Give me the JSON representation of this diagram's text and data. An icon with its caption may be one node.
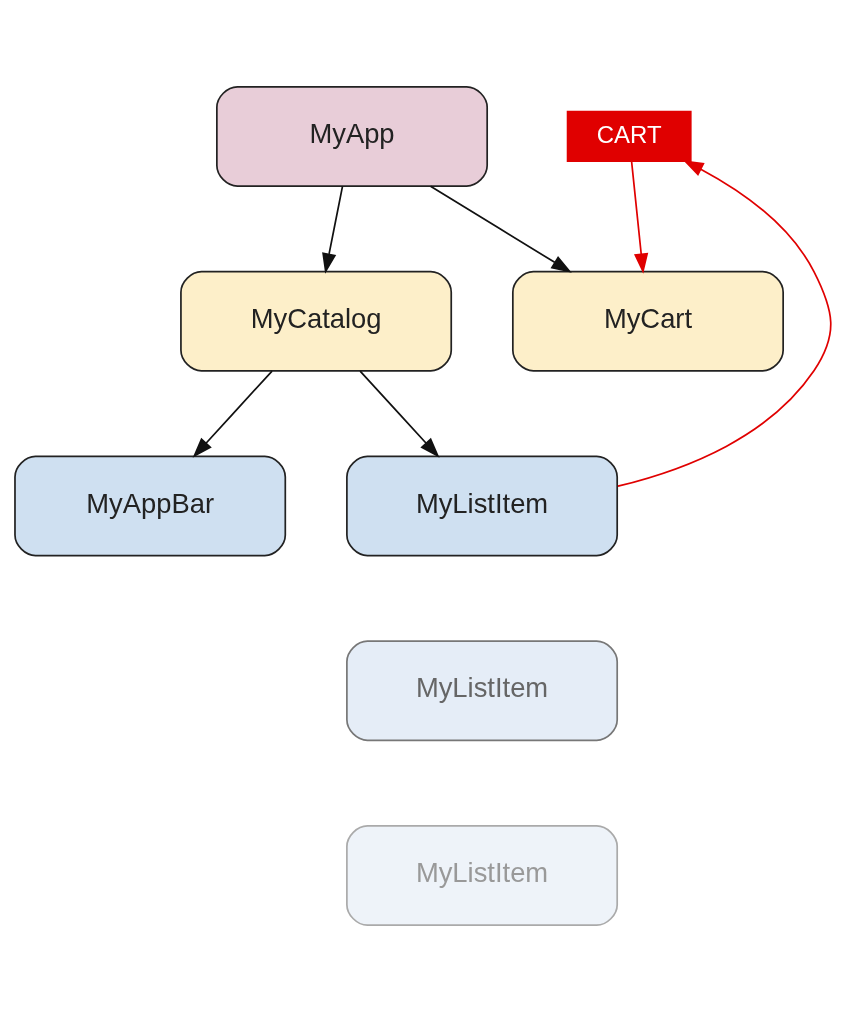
{
  "diagram": {
    "nodes": [
      {
        "text": [
          "MyApp"
        ]
      },
      {
        "text": [
          "CART"
        ]
      },
      {
        "text": [
          "MyCatalog"
        ]
      },
      {
        "text": [
          "MyCart"
        ]
      },
      {
        "text": [
          "MyAppBar"
        ]
      },
      {
        "text": [
          "MyListItem"
        ]
      },
      {
        "text": [
          "MyListItem"
        ]
      },
      {
        "text": [
          "MyListItem"
        ]
      }
    ],
    "edges": [
      {
        "from": 0,
        "to": 2,
        "arrow": "to"
      },
      {
        "from": 0,
        "to": 3,
        "arrow": "to"
      },
      {
        "from": 2,
        "to": 4,
        "arrow": "to"
      },
      {
        "from": 2,
        "to": 5,
        "arrow": "to"
      },
      {
        "from": 5,
        "to": 1,
        "arrow": "to",
        "color": "#e00000"
      },
      {
        "from": 1,
        "to": 3,
        "arrow": "to",
        "color": "#e00000"
      }
    ]
  }
}
